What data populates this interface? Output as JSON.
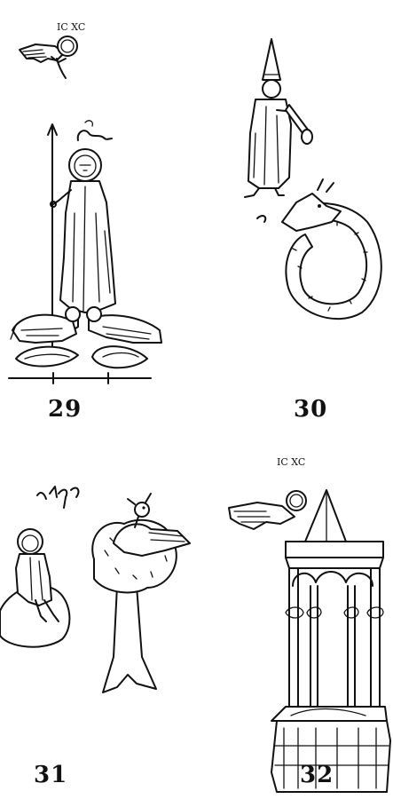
{
  "figures": [
    {
      "id": "29",
      "label": "29"
    },
    {
      "id": "30",
      "label": "30"
    },
    {
      "id": "31",
      "label": "31"
    },
    {
      "id": "32",
      "label": "32"
    }
  ],
  "inscriptions": {
    "fig29_angel": "IC XC",
    "fig32_angel": "IC XC"
  },
  "colors": {
    "ink": "#111111",
    "paper": "#ffffff"
  }
}
